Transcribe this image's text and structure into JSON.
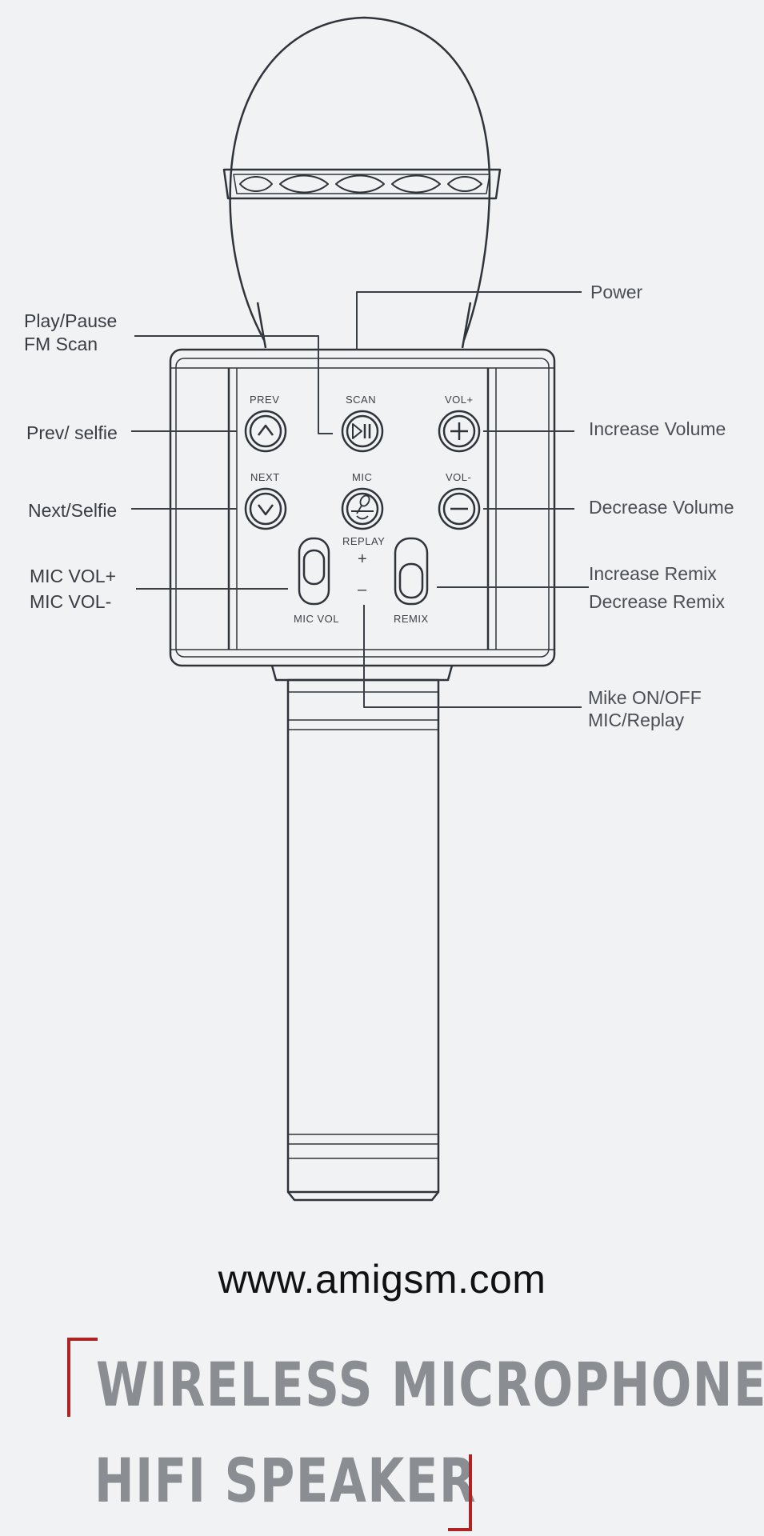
{
  "callouts": {
    "power": "Power",
    "play_pause": "Play/Pause",
    "fm_scan": "FM Scan",
    "prev_selfie": "Prev/ selfie",
    "next_selfie": "Next/Selfie",
    "mic_vol_plus": "MIC VOL+",
    "mic_vol_minus": "MIC VOL-",
    "increase_volume": "Increase Volume",
    "decrease_volume": "Decrease Volume",
    "increase_remix": "Increase Remix",
    "decrease_remix": "Decrease Remix",
    "mike_on_off": "Mike ON/OFF",
    "mic_replay": "MIC/Replay"
  },
  "device_labels": {
    "prev": "PREV",
    "scan": "SCAN",
    "vol_plus": "VOL+",
    "next": "NEXT",
    "mic": "MIC",
    "vol_minus": "VOL-",
    "replay": "REPLAY",
    "plus": "+",
    "minus": "–",
    "mic_vol": "MIC VOL",
    "remix": "REMIX"
  },
  "footer": {
    "url": "www.amigsm.com",
    "title_line1": "WIRELESS MICROPHONE",
    "title_line2": "HIFI SPEAKER"
  },
  "colors": {
    "line": "#2f343b",
    "bracket": "#b02323",
    "title": "#8a8d92"
  }
}
